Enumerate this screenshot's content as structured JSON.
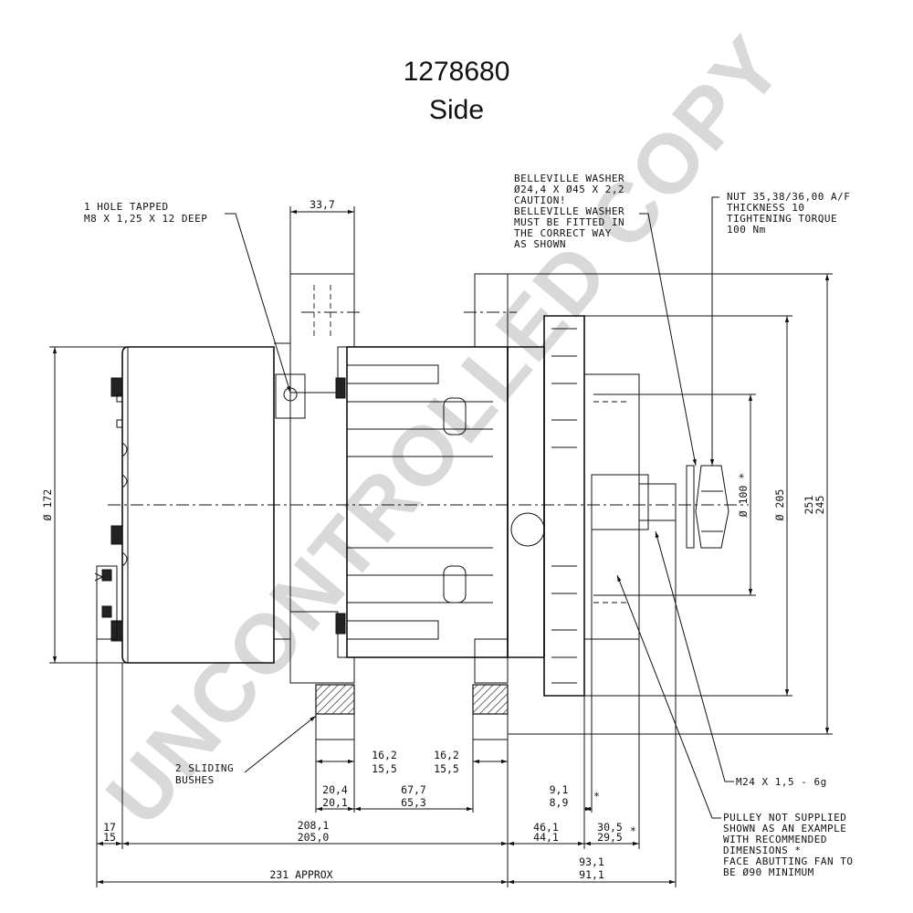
{
  "title": {
    "part_number": "1278680",
    "view": "Side"
  },
  "watermark": "UNCONTROLLED COPY",
  "notes": {
    "hole": [
      "1 HOLE TAPPED",
      "M8 X 1,25 X 12 DEEP"
    ],
    "washer": [
      "BELLEVILLE WASHER",
      "Ø24,4 X Ø45 X 2,2",
      "CAUTION!",
      "BELLEVILLE WASHER",
      "MUST BE FITTED IN",
      "THE CORRECT WAY",
      "AS SHOWN"
    ],
    "nut": [
      "NUT 35,38/36,00 A/F",
      "THICKNESS 10",
      "TIGHTENING TORQUE",
      "100 Nm"
    ],
    "bushes": [
      "2 SLIDING",
      "BUSHES"
    ],
    "thread": "M24 X 1,5 - 6g",
    "pulley": [
      "PULLEY NOT SUPPLIED",
      "SHOWN AS AN EXAMPLE",
      "WITH RECOMMENDED",
      "DIMENSIONS *",
      "FACE ABUTTING FAN TO",
      "BE Ø90 MINIMUM"
    ]
  },
  "dimensions": {
    "top_width": "33,7",
    "dia_172": "Ø 172",
    "dia_100": "Ø 100 *",
    "dia_205": "Ø 205",
    "dia_251": "251",
    "dia_245": "245",
    "bush_left": [
      "16,2",
      "15,5"
    ],
    "bush_right": [
      "16,2",
      "15,5"
    ],
    "d_20": [
      "20,4",
      "20,1"
    ],
    "d_67": [
      "67,7",
      "65,3"
    ],
    "d_9": [
      "9,1",
      "8,9"
    ],
    "d_9_star": "*",
    "d_17": [
      "17",
      "15"
    ],
    "d_208": [
      "208,1",
      "205,0"
    ],
    "d_46": [
      "46,1",
      "44,1"
    ],
    "d_30": [
      "30,5",
      "29,5"
    ],
    "d_30_star": "*",
    "d_93": [
      "93,1",
      "91,1"
    ],
    "d_231": "231 APPROX"
  }
}
